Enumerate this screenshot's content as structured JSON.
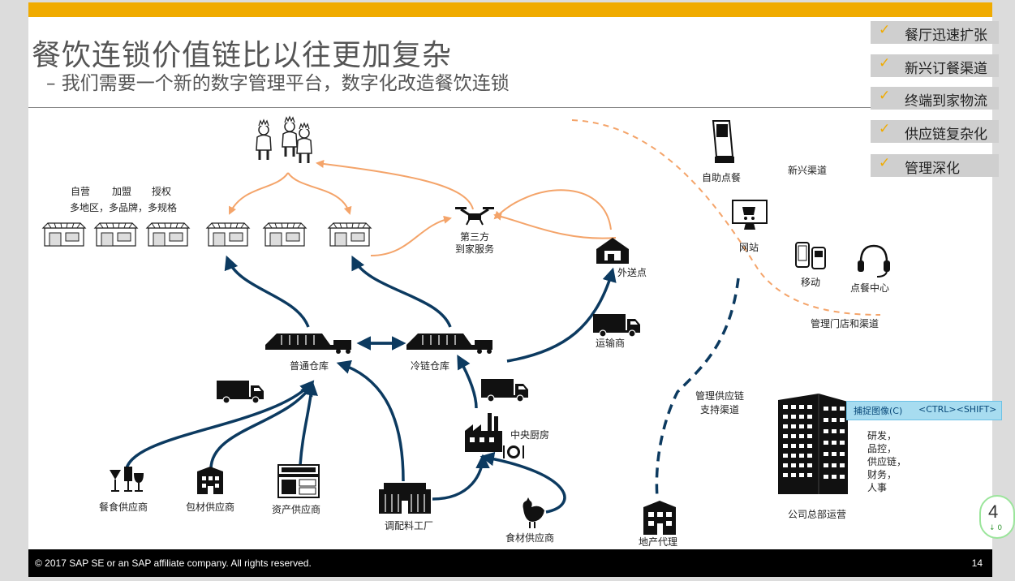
{
  "slide": {
    "title": "餐饮连锁价值链比以往更加复杂",
    "subtitle": "– 我们需要一个新的数字管理平台，数字化改造餐饮连锁",
    "copyright": "© 2017 SAP SE or an SAP affiliate company. All rights reserved.",
    "page_number": "14"
  },
  "checklist": [
    {
      "mark": "✓",
      "label": "餐厅迅速扩张"
    },
    {
      "mark": "✓",
      "label": "新兴订餐渠道"
    },
    {
      "mark": "✓",
      "label": "终端到家物流"
    },
    {
      "mark": "✓",
      "label": "供应链复杂化"
    },
    {
      "mark": "✓",
      "label": "管理深化"
    }
  ],
  "diagram": {
    "store_types": [
      "自营",
      "加盟",
      "授权"
    ],
    "store_desc": "多地区，多品牌，多规格",
    "third_party_line1": "第三方",
    "third_party_line2": "到家服务",
    "delivery_point": "外送点",
    "carrier": "运输商",
    "general_warehouse": "普通仓库",
    "cold_warehouse": "冷链仓库",
    "central_kitchen": "中央厨房",
    "seasoning_factory": "调配料工厂",
    "food_supplier": "食材供应商",
    "catering_supplier": "餐食供应商",
    "packaging_supplier": "包材供应商",
    "asset_supplier": "资产供应商",
    "kiosk": "自助点餐",
    "new_channels": "新兴渠道",
    "website": "网站",
    "mobile": "移动",
    "call_center": "点餐中心",
    "manage_stores": "管理门店和渠道",
    "support_line1": "管理供应链",
    "support_line2": "支持渠道",
    "real_estate": "地产代理",
    "hq": "公司总部运营",
    "hq_functions": [
      "研发，",
      "品控，",
      "供应链，",
      "财务，",
      "人事"
    ]
  },
  "capture_tooltip": {
    "label": "捕捉图像(C)",
    "shortcut": "<CTRL><SHIFT>"
  },
  "badge": {
    "value": "4",
    "sub": "↓ 0"
  },
  "colors": {
    "accent": "#f0ab00",
    "navy": "#0c3a60",
    "orange": "#f4a46a",
    "check_bg": "#cfcfcf"
  }
}
